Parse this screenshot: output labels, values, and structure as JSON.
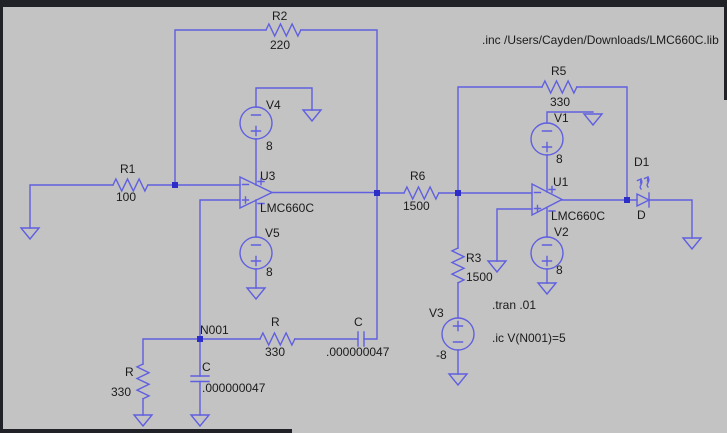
{
  "app": {
    "name": "schematic-editor",
    "colors": {
      "canvas": "#c3c3c4",
      "frame": "#202227",
      "wire": "#5f5fe0",
      "junction": "#2d2dc8",
      "text": "#1b1b1b"
    }
  },
  "directives": {
    "include": ".inc /Users/Cayden/Downloads/LMC660C.lib",
    "tran": ".tran .01",
    "ic": ".ic V(N001)=5"
  },
  "net_labels": {
    "n001": "N001"
  },
  "components": {
    "R1": {
      "ref": "R1",
      "value": "100"
    },
    "R2": {
      "ref": "R2",
      "value": "220"
    },
    "R3": {
      "ref": "R3",
      "value": "1500"
    },
    "R5": {
      "ref": "R5",
      "value": "330"
    },
    "R6": {
      "ref": "R6",
      "value": "1500"
    },
    "R_series": {
      "ref": "R",
      "value": "330"
    },
    "R_shunt": {
      "ref": "R",
      "value": "330"
    },
    "C_series": {
      "ref": "C",
      "value": ".000000047"
    },
    "C_shunt": {
      "ref": "C",
      "value": ".000000047"
    },
    "V1": {
      "ref": "V1",
      "value": "8"
    },
    "V2": {
      "ref": "V2",
      "value": "8"
    },
    "V3": {
      "ref": "V3",
      "value": "-8"
    },
    "V4": {
      "ref": "V4",
      "value": "8"
    },
    "V5": {
      "ref": "V5",
      "value": "8"
    },
    "U1": {
      "ref": "U1",
      "value": "LMC660C"
    },
    "U3": {
      "ref": "U3",
      "value": "LMC660C"
    },
    "D1": {
      "ref": "D1",
      "value": "D"
    }
  }
}
